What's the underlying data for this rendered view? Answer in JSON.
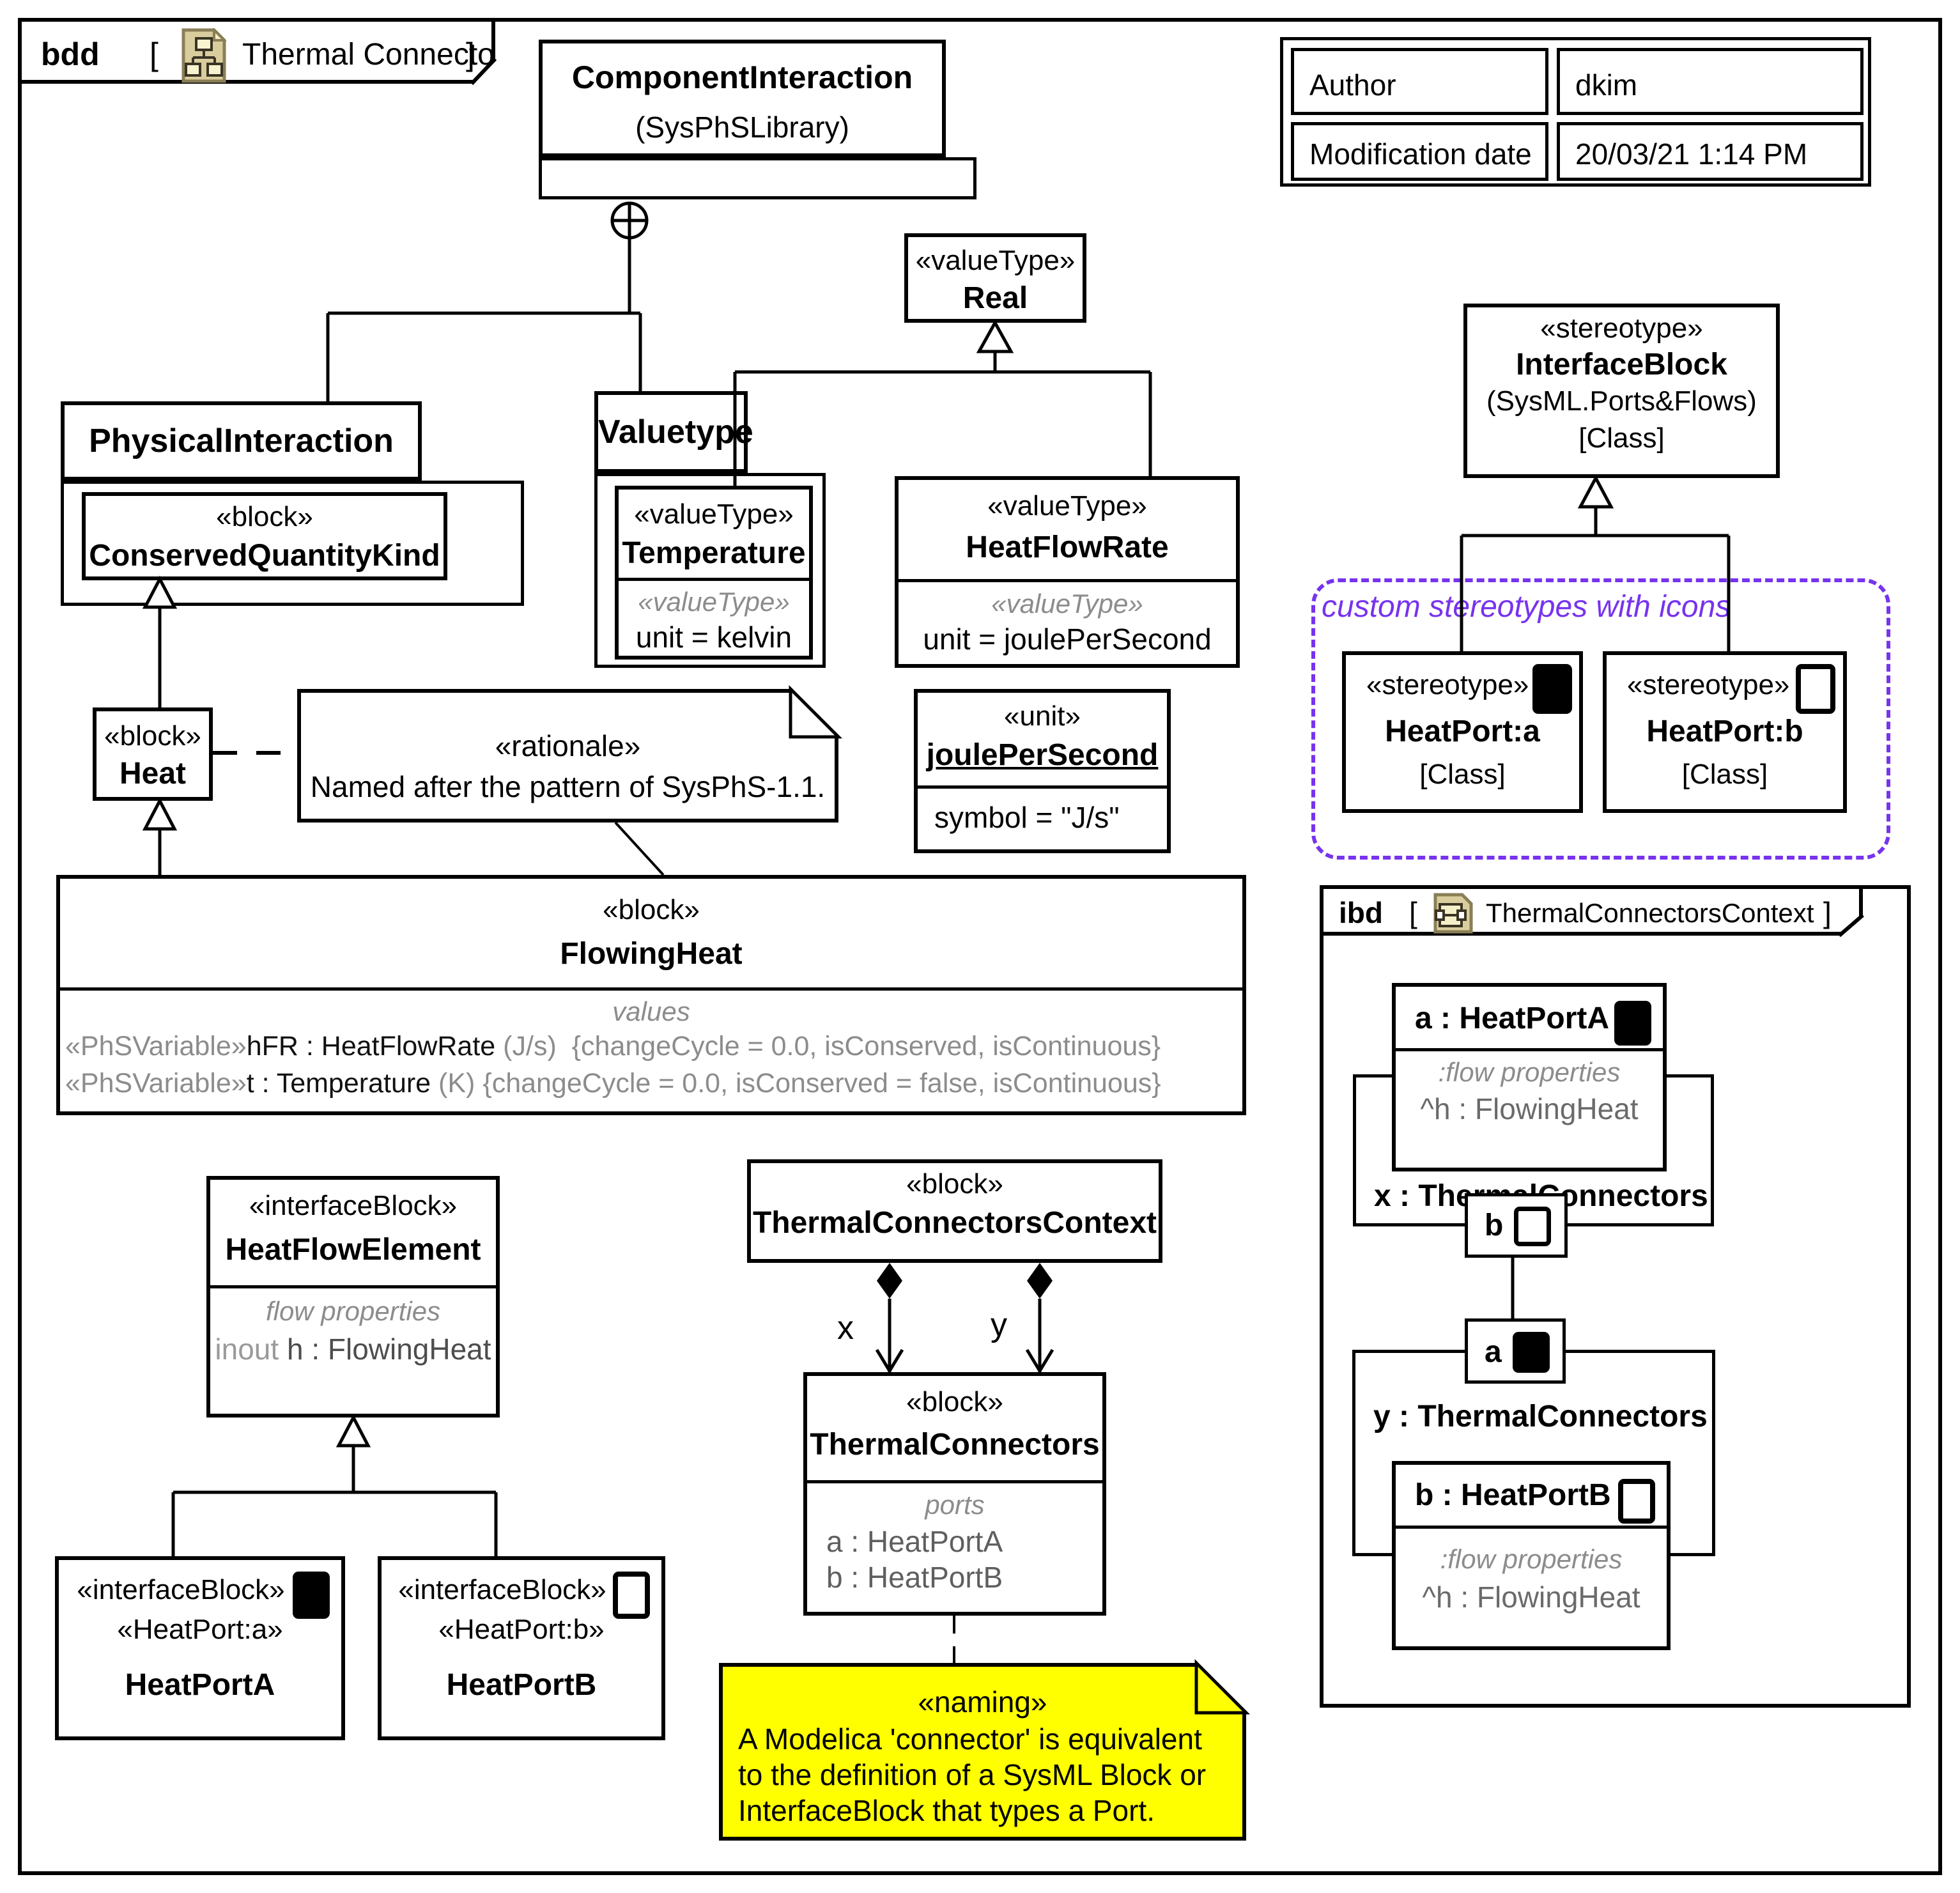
{
  "colors": {
    "accent_purple": "#7733EE",
    "note_yellow": "#FFFF00",
    "gray_text": "#8C8C8C",
    "icon_tan": "#D9CD9E"
  },
  "frame": {
    "kind": "bdd",
    "bracket_open": "[",
    "name": "Thermal Connectors",
    "bracket_close": "]"
  },
  "meta_table": {
    "author_label": "Author",
    "author_value": "dkim",
    "mod_label": "Modification date",
    "mod_value": "20/03/21 1:14 PM"
  },
  "component_interaction": {
    "name": "ComponentInteraction",
    "qualifier": "(SysPhSLibrary)"
  },
  "real": {
    "st": "«valueType»",
    "name": "Real"
  },
  "physical_interaction": {
    "name": "PhysicalInteraction"
  },
  "cqk": {
    "st": "«block»",
    "name": "ConservedQuantityKind"
  },
  "valuetype": {
    "name": "Valuetype"
  },
  "temperature": {
    "st": "«valueType»",
    "name": "Temperature",
    "st2": "«valueType»",
    "attr": "unit = kelvin"
  },
  "heatflowrate": {
    "st": "«valueType»",
    "name": "HeatFlowRate",
    "st2": "«valueType»",
    "attr": "unit = joulePerSecond"
  },
  "interfaceblock": {
    "st": "«stereotype»",
    "name": "InterfaceBlock",
    "qualifier": "(SysML.Ports&Flows)",
    "meta": "[Class]"
  },
  "custom_label": "custom stereotypes with icons",
  "heatport_a_st": {
    "st": "«stereotype»",
    "name": "HeatPort:a",
    "meta": "[Class]"
  },
  "heatport_b_st": {
    "st": "«stereotype»",
    "name": "HeatPort:b",
    "meta": "[Class]"
  },
  "heat": {
    "st": "«block»",
    "name": "Heat"
  },
  "rationale": {
    "st": "«rationale»",
    "text": "Named after the pattern of SysPhS-1.1."
  },
  "jps": {
    "st": "«unit»",
    "name": "joulePerSecond",
    "attr": "symbol = \"J/s\""
  },
  "flowingheat": {
    "st": "«block»",
    "name": "FlowingHeat",
    "comp": "values",
    "l1": {
      "pre": "«PhSVariable»",
      "main": "hFR : HeatFlowRate",
      "unit": "(J/s)",
      "tail": "{changeCycle = 0.0, isConserved, isContinuous}"
    },
    "l2": {
      "pre": "«PhSVariable»",
      "main": "t : Temperature",
      "unit": "(K)",
      "tail": "{changeCycle = 0.0, isConserved = false, isContinuous}"
    }
  },
  "hfe": {
    "st": "«interfaceBlock»",
    "name": "HeatFlowElement",
    "comp": "flow properties",
    "pre": "inout",
    "flow": "h : FlowingHeat"
  },
  "heatporta": {
    "st": "«interfaceBlock»",
    "applied": "«HeatPort:a»",
    "name": "HeatPortA"
  },
  "heatportb": {
    "st": "«interfaceBlock»",
    "applied": "«HeatPort:b»",
    "name": "HeatPortB"
  },
  "tcc": {
    "st": "«block»",
    "name": "ThermalConnectorsContext"
  },
  "tc": {
    "st": "«block»",
    "name": "ThermalConnectors",
    "comp": "ports",
    "p1": "a : HeatPortA",
    "p2": "b : HeatPortB"
  },
  "comp_x": "x",
  "comp_y": "y",
  "naming": {
    "st": "«naming»",
    "l1": "A Modelica 'connector' is equivalent",
    "l2": "to the definition of a SysML Block or",
    "l3": "InterfaceBlock that types a Port."
  },
  "ibd": {
    "kind": "ibd",
    "bracket_open": "[",
    "name": "ThermalConnectorsContext",
    "bracket_close": "]",
    "a_part": {
      "name": "a : HeatPortA",
      "comp": ":flow properties",
      "flow": "^h : FlowingHeat"
    },
    "x_part": "x : ThermalConnectors",
    "b_port": "b",
    "a_port": "a",
    "y_part": "y : ThermalConnectors",
    "b_part": {
      "name": "b : HeatPortB",
      "comp": ":flow properties",
      "flow": "^h : FlowingHeat"
    }
  }
}
